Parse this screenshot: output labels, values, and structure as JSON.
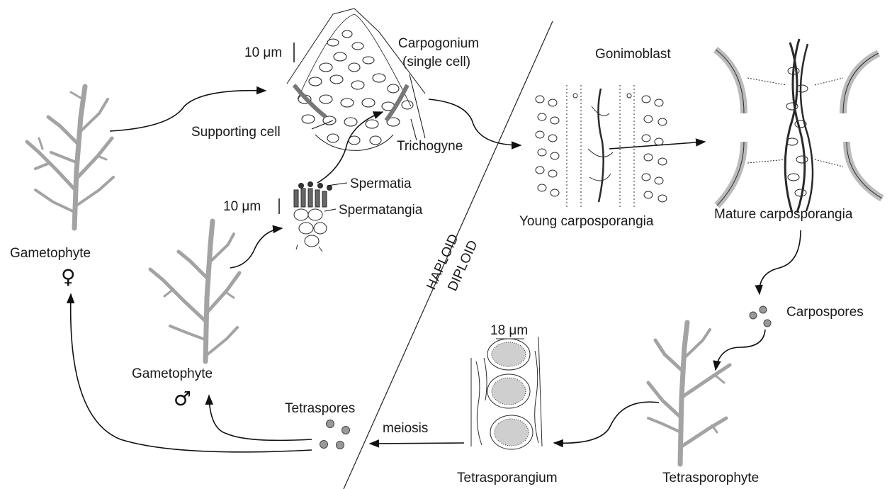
{
  "labels": {
    "scale_10um_top": "10 μm",
    "carpogonium": "Carpogonium",
    "carpogonium_sub": "(single cell)",
    "supporting_cell": "Supporting cell",
    "trichogyne": "Trichogyne",
    "gonimoblast": "Gonimoblast",
    "young_carposporangia": "Young carposporangia",
    "mature_carposporangia": "Mature carposporangia",
    "carpospores": "Carpospores",
    "tetrasporophyte": "Tetrasporophyte",
    "tetrasporangium": "Tetrasporangium",
    "scale_18um": "18 μm",
    "meiosis": "meiosis",
    "tetraspores": "Tetraspores",
    "gametophyte_male": "Gametophyte",
    "male_symbol": "♂",
    "gametophyte_female": "Gametophyte",
    "female_symbol": "♀",
    "scale_10um_mid": "10 μm",
    "spermatia": "Spermatia",
    "spermatangia": "Spermatangia",
    "haploid": "HAPLOID",
    "diploid": "DIPLOID"
  },
  "colors": {
    "plant": "#a3a3a3",
    "ink": "#2a2a2a",
    "arrow": "#111111"
  }
}
